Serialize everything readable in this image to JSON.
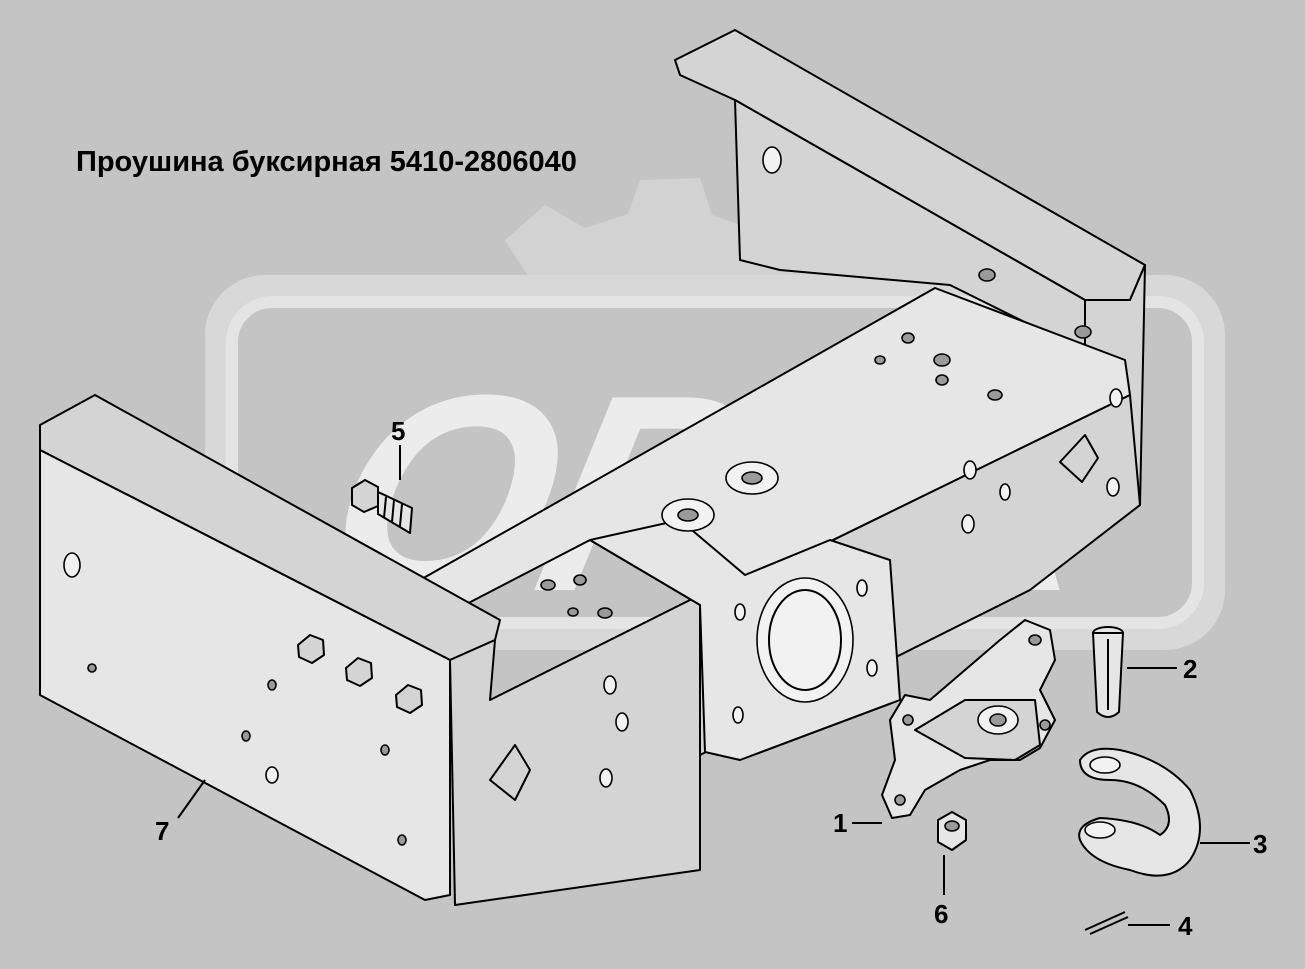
{
  "title": "Проушина буксирная 5410-2806040",
  "watermark": {
    "text": "OPEX",
    "icon": "gear-icon"
  },
  "callouts": {
    "c1": "1",
    "c2": "2",
    "c3": "3",
    "c4": "4",
    "c5": "5",
    "c6": "6",
    "c7": "7"
  },
  "parts": [
    {
      "number": "1",
      "name": "tow-eye-body",
      "icon": "tow-eye-icon"
    },
    {
      "number": "2",
      "name": "pin",
      "icon": "pin-icon"
    },
    {
      "number": "3",
      "name": "shackle",
      "icon": "shackle-icon"
    },
    {
      "number": "4",
      "name": "cotter-pin",
      "icon": "cotter-pin-icon"
    },
    {
      "number": "5",
      "name": "bolt",
      "icon": "bolt-icon"
    },
    {
      "number": "6",
      "name": "nut",
      "icon": "nut-icon"
    },
    {
      "number": "7",
      "name": "frame-crossmember",
      "icon": "frame-icon"
    }
  ],
  "colors": {
    "background": "#c4c4c4",
    "watermark": "#e8e8e8",
    "line": "#000000"
  }
}
